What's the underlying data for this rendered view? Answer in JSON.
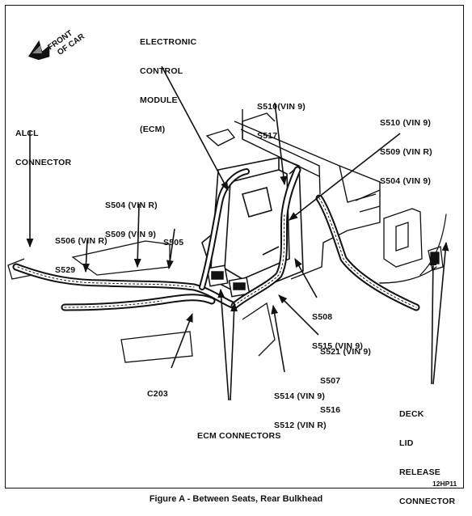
{
  "figure": {
    "caption": "Figure A - Between Seats, Rear Bulkhead",
    "code": "12HP11",
    "orientation_label": [
      "FRONT",
      "OF CAR"
    ]
  },
  "labels": {
    "ecm": [
      "ELECTRONIC",
      "CONTROL",
      "MODULE",
      "(ECM)"
    ],
    "alcl": [
      "ALCL",
      "CONNECTOR"
    ],
    "s510_s517": [
      "S510(VIN 9)",
      "S517"
    ],
    "s510_s509_s504": [
      "S510 (VIN 9)",
      "S509 (VIN R)",
      "S504 (VIN 9)"
    ],
    "s504_s509": [
      "S504 (VIN R)",
      "S509 (VIN 9)"
    ],
    "s506_s529": [
      "S506 (VIN R)",
      "S529"
    ],
    "s505": [
      "S505"
    ],
    "s508_s515": [
      "S508",
      "S515 (VIN 9)"
    ],
    "s521_s507_s516": [
      "S521 (VIN 9)",
      "S507",
      "S516"
    ],
    "c203": [
      "C203"
    ],
    "s514_s512": [
      "S514 (VIN 9)",
      "S512 (VIN R)"
    ],
    "ecm_connectors": [
      "ECM CONNECTORS"
    ],
    "deck_lid": [
      "DECK",
      "LID",
      "RELEASE",
      "CONNECTOR"
    ]
  },
  "colors": {
    "ink": "#111111",
    "paper": "#ffffff"
  }
}
